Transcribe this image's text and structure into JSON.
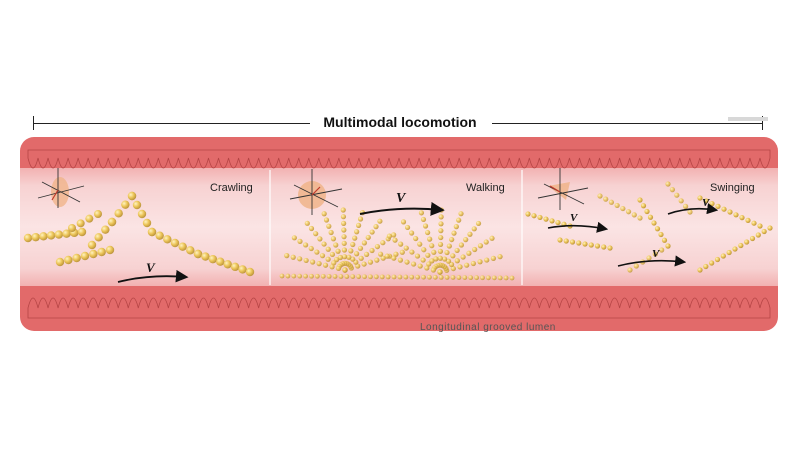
{
  "diagram": {
    "title": "Multimodal locomotion",
    "panels": [
      {
        "label": "Crawling",
        "velocity_label": "V"
      },
      {
        "label": "Walking",
        "velocity_label": "V"
      },
      {
        "label": "Swinging",
        "velocity_labels": [
          "V",
          "V",
          "V"
        ]
      }
    ],
    "footer": "Longitudinal grooved lumen",
    "colors": {
      "tube": "#e46f6f",
      "tube_inner": "#f7c8c8",
      "bead": "#e8c24f",
      "bead_shadow": "#b8943a"
    }
  }
}
